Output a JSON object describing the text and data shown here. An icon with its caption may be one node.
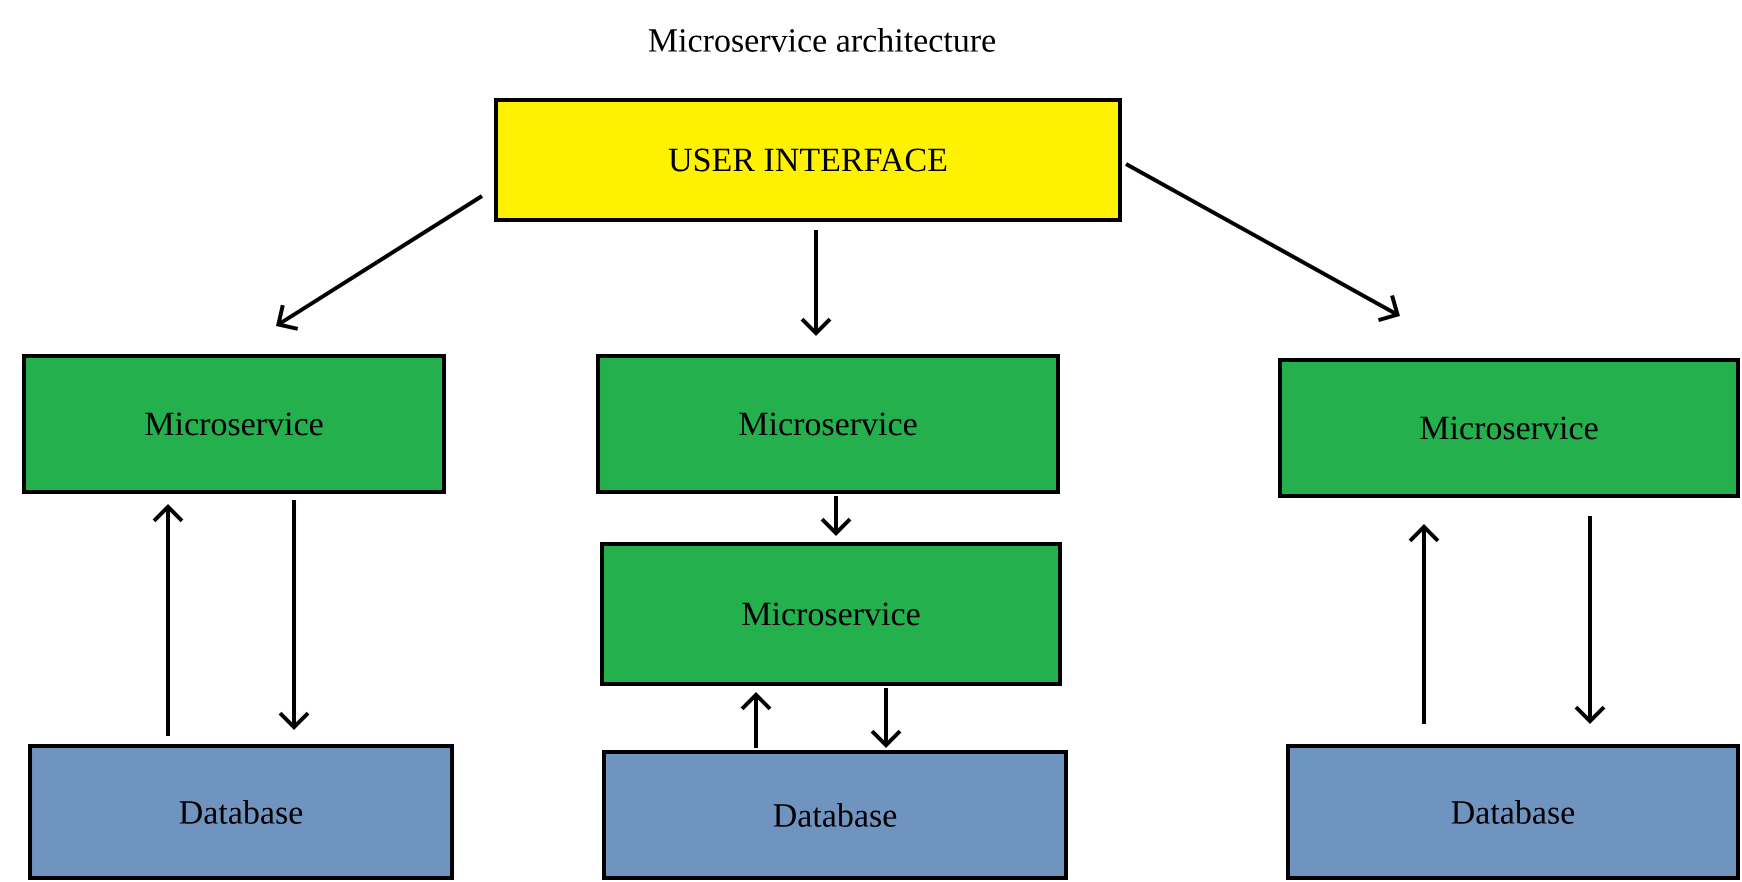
{
  "diagram": {
    "title": "Microservice architecture",
    "nodes": [
      {
        "text": [
          "USER INTERFACE"
        ]
      },
      {
        "text": [
          "Microservice"
        ]
      },
      {
        "text": [
          "Microservice"
        ]
      },
      {
        "text": [
          "Microservice"
        ]
      },
      {
        "text": [
          "Microservice"
        ]
      },
      {
        "text": [
          "Database"
        ]
      },
      {
        "text": [
          "Database"
        ]
      },
      {
        "text": [
          "Database"
        ]
      }
    ],
    "edges": [
      {
        "from": 0,
        "to": 1,
        "arrow": "to"
      },
      {
        "from": 0,
        "to": 2,
        "arrow": "to"
      },
      {
        "from": 0,
        "to": 3,
        "arrow": "to"
      },
      {
        "from": 5,
        "to": 1,
        "arrow": "to"
      },
      {
        "from": 1,
        "to": 5,
        "arrow": "to"
      },
      {
        "from": 2,
        "to": 4,
        "arrow": "to"
      },
      {
        "from": 6,
        "to": 4,
        "arrow": "to"
      },
      {
        "from": 4,
        "to": 6,
        "arrow": "to"
      },
      {
        "from": 7,
        "to": 3,
        "arrow": "to"
      },
      {
        "from": 3,
        "to": 7,
        "arrow": "to"
      }
    ]
  }
}
